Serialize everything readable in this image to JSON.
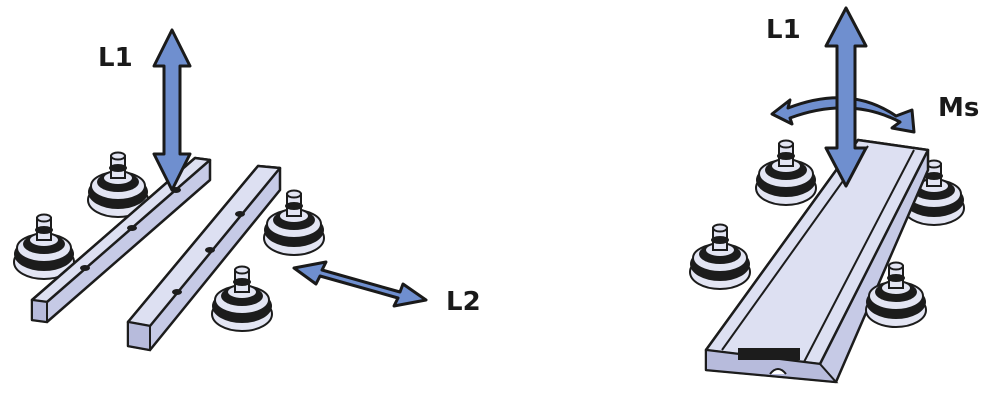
{
  "labels": {
    "left_vertical": "L1",
    "left_horizontal": "L2",
    "right_vertical": "L1",
    "right_moment": "Ms"
  },
  "colors": {
    "arrow_fill": "#6f8fcf",
    "arrow_stroke": "#1a1a1a",
    "rail_fill": "#dde0f2",
    "rail_shade": "#c6cae6",
    "wheel_dark": "#1c1c1c",
    "wheel_light": "#e3e5f3"
  }
}
